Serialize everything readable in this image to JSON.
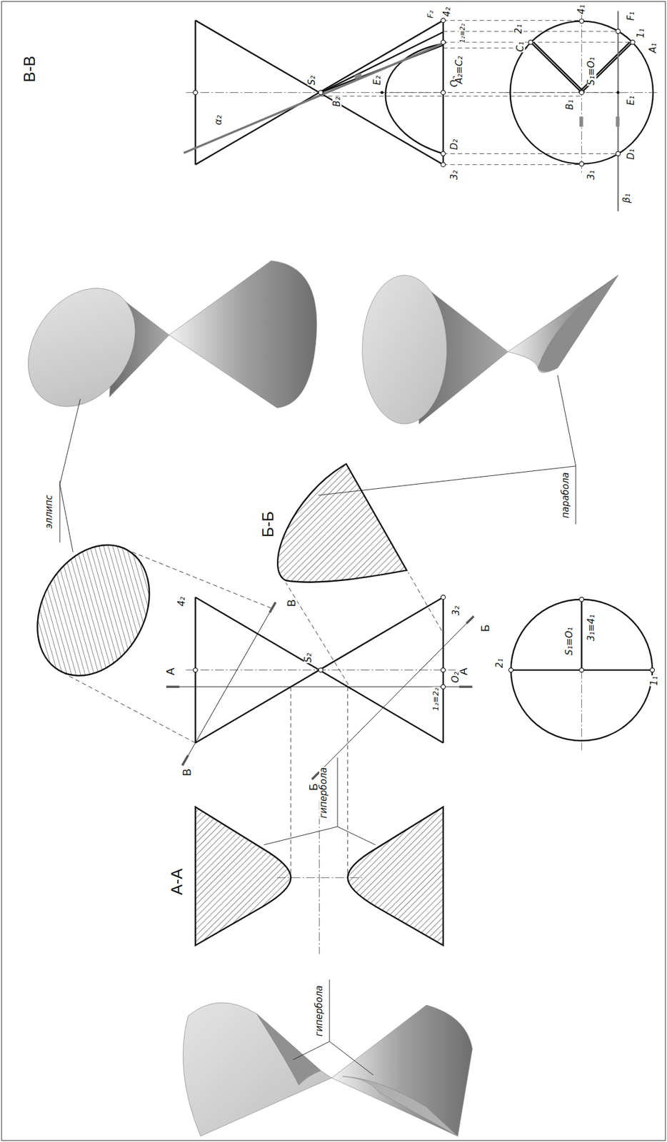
{
  "diagram": {
    "labels": [
      "В-В",
      "В",
      "В",
      "А",
      "А",
      "А-А",
      "Б-Б",
      "Б",
      "Б",
      "эллипс",
      "гипербола",
      "гипербола",
      "парабола",
      "S₂",
      "4₂",
      "3₂",
      "1₂≡2₂",
      "O₂",
      "2₁",
      "1₁",
      "S₁≡O₁",
      "3₁≡4₁",
      "α₂",
      "S₂",
      "B₂",
      "E₂",
      "O₂",
      "D₂",
      "3₂",
      "F₂",
      "4₂",
      "1₂≡2₂",
      "A₂≡C₂",
      "2₁",
      "C₁",
      "4₁",
      "F₁",
      "1₁",
      "A₁",
      "S₁≡O₁",
      "B₁",
      "E₁",
      "D₁",
      "3₁",
      "β₁"
    ]
  }
}
